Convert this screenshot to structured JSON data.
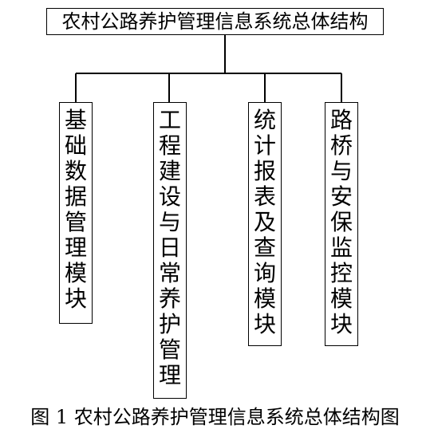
{
  "diagram": {
    "root": "农村公路养护管理信息系统总体结构",
    "modules": [
      "基础数据管理模块",
      "工程建设与日常养护管理",
      "统计报表及查询模块",
      "路桥与安保监控模块"
    ]
  },
  "caption": "图 1  农村公路养护管理信息系统总体结构图"
}
